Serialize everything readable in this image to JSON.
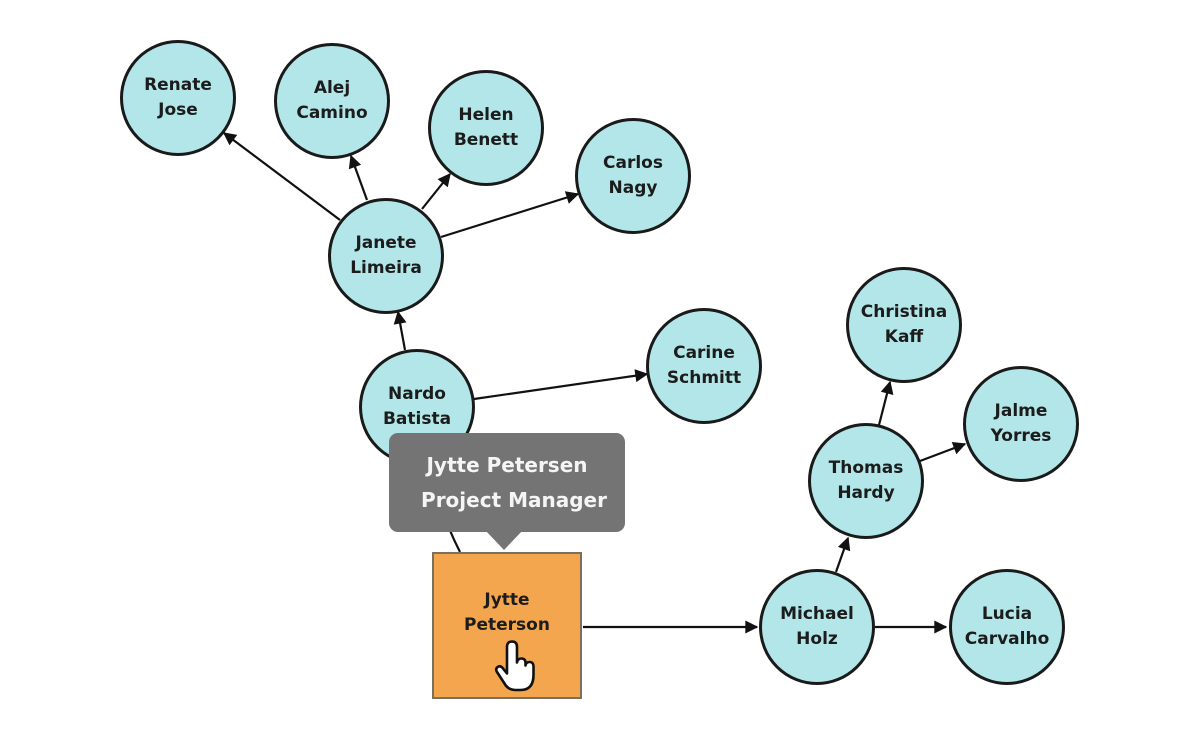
{
  "diagram": {
    "kind": "org-chart-node-link-graph",
    "nodes": [
      {
        "id": "renate-jose",
        "label": "Renate\nJose"
      },
      {
        "id": "alej-camino",
        "label": "Alej\nCamino"
      },
      {
        "id": "helen-benett",
        "label": "Helen\nBenett"
      },
      {
        "id": "carlos-nagy",
        "label": "Carlos\nNagy"
      },
      {
        "id": "janete-limeira",
        "label": "Janete\nLimeira"
      },
      {
        "id": "nardo-batista",
        "label": "Nardo\nBatista"
      },
      {
        "id": "carine-schmitt",
        "label": "Carine\nSchmitt"
      },
      {
        "id": "christina-kaff",
        "label": "Christina\nKaff"
      },
      {
        "id": "jalme-yorres",
        "label": "Jalme\nYorres"
      },
      {
        "id": "thomas-hardy",
        "label": "Thomas\nHardy"
      },
      {
        "id": "michael-holz",
        "label": "Michael\nHolz"
      },
      {
        "id": "lucia-carvalho",
        "label": "Lucia\nCarvalho"
      },
      {
        "id": "jytte-peterson",
        "label": "Jytte\nPeterson",
        "shape": "square",
        "selected": true
      }
    ],
    "edges": [
      {
        "from": "Janete Limeira",
        "to": "Renate Jose"
      },
      {
        "from": "Janete Limeira",
        "to": "Alej Camino"
      },
      {
        "from": "Janete Limeira",
        "to": "Helen Benett"
      },
      {
        "from": "Janete Limeira",
        "to": "Carlos Nagy"
      },
      {
        "from": "Nardo Batista",
        "to": "Janete Limeira"
      },
      {
        "from": "Nardo Batista",
        "to": "Carine Schmitt"
      },
      {
        "from": "Jytte Peterson",
        "to": "Nardo Batista"
      },
      {
        "from": "Jytte Peterson",
        "to": "Michael Holz"
      },
      {
        "from": "Michael Holz",
        "to": "Thomas Hardy"
      },
      {
        "from": "Michael Holz",
        "to": "Lucia Carvalho"
      },
      {
        "from": "Thomas Hardy",
        "to": "Christina Kaff"
      },
      {
        "from": "Thomas Hardy",
        "to": "Jalme Yorres"
      }
    ]
  },
  "tooltip": {
    "name": "Jytte Petersen",
    "role": "Project Manager"
  },
  "cursor": {
    "icon": "hand-pointer",
    "over_node": "Jytte Peterson"
  },
  "colors": {
    "node_fill": "#b2e6e8",
    "node_border": "#1a1a1a",
    "selected_fill": "#f3a64d",
    "selected_border": "#7b6f5e",
    "tooltip_bg": "#747474",
    "tooltip_text": "#f5f5f5",
    "edge": "#111111",
    "label": "#1c1c1c",
    "background": "#ffffff"
  }
}
